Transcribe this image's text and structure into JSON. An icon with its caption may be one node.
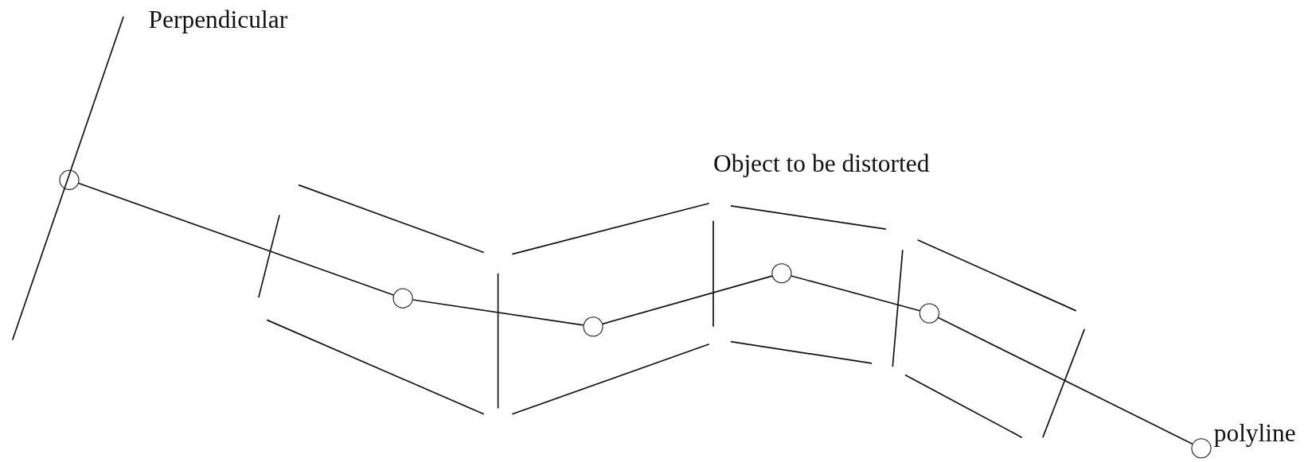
{
  "diagram": {
    "nodes": [
      {
        "text": [],
        "shape": "circle"
      },
      {
        "text": [],
        "shape": "circle"
      },
      {
        "text": [],
        "shape": "circle"
      },
      {
        "text": [],
        "shape": "circle"
      },
      {
        "text": [],
        "shape": "circle"
      },
      {
        "text": [],
        "shape": "circle"
      }
    ],
    "edges": [
      {
        "from": 0,
        "to": 1,
        "arrow": "none"
      },
      {
        "from": 1,
        "to": 2,
        "arrow": "none"
      },
      {
        "from": 2,
        "to": 3,
        "arrow": "none"
      },
      {
        "from": 3,
        "to": 4,
        "arrow": "none"
      },
      {
        "from": 4,
        "to": 5,
        "arrow": "none"
      }
    ],
    "labels": [
      "Perpendicular",
      "Object to be distorted",
      "polyline"
    ]
  }
}
